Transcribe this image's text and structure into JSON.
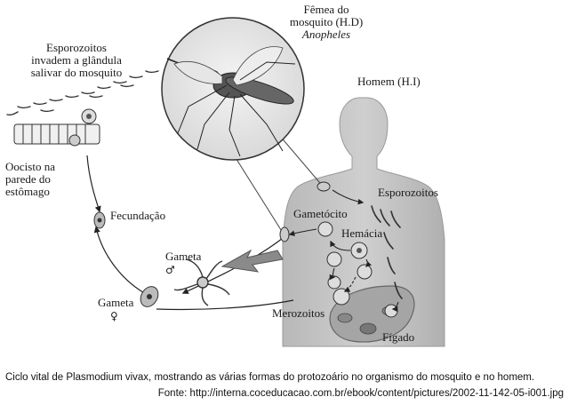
{
  "labels": {
    "female_mosquito": [
      "Fêmea do",
      "mosquito (H.D)",
      "Anopheles"
    ],
    "sporozoites_gland": [
      "Esporozoitos",
      "invadem a glândula",
      "salivar do mosquito"
    ],
    "human": "Homem (H.I)",
    "oocyst": [
      "Oocisto na",
      "parede do",
      "estômago"
    ],
    "fertilization": "Fecundação",
    "gamete_male": "Gameta",
    "male_symbol": "♂",
    "gamete_female": "Gameta",
    "female_symbol": "♀",
    "sporozoites_human": "Esporozoitos",
    "gametocyte": "Gametócito",
    "red_cell": "Hemácia",
    "merozoites": "Merozoitos",
    "liver": "Fígado"
  },
  "caption": "Ciclo vital de Plasmodium vivax, mostrando as várias formas do protozoário no organismo do mosquito e no homem.",
  "source": "Fonte: http://interna.coceducacao.com.br/ebook/content/pictures/2002-11-142-05-i001.jpg"
}
